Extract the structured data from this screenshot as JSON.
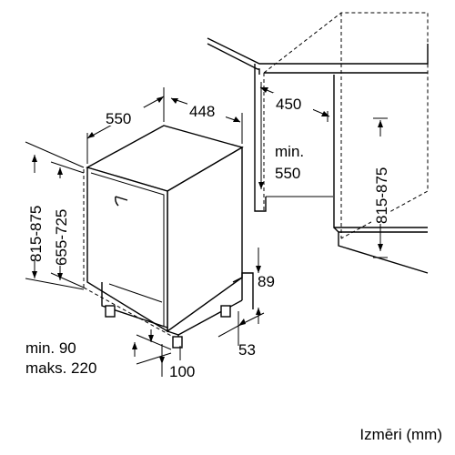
{
  "dimensions": {
    "appliance_depth": "550",
    "appliance_width": "448",
    "niche_width": "450",
    "niche_depth_min_prefix": "min.",
    "niche_depth_min_value": "550",
    "niche_height_right": "815-875",
    "total_height_left": "815-875",
    "door_height": "655-725",
    "plinth_height": "89",
    "plinth_depth": "53",
    "plinth_gap_min": "min. 90",
    "plinth_gap_max": "maks. 220",
    "foot_offset": "100"
  },
  "footer": {
    "units_label": "Izmēri (mm)"
  }
}
